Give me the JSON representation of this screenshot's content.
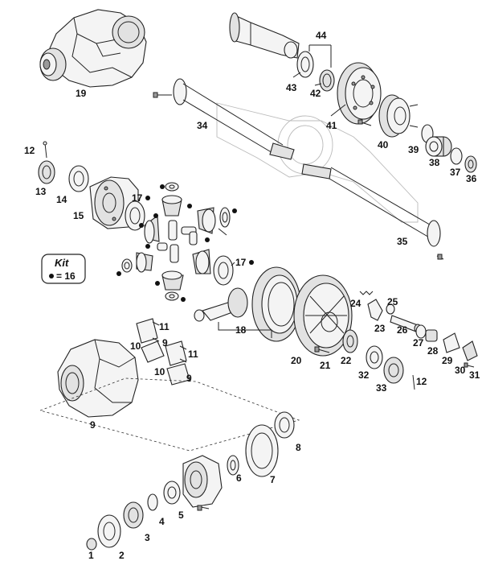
{
  "kit": {
    "title": "Kit",
    "legend": "= 16"
  },
  "labels": [
    {
      "id": "19",
      "text": "19"
    },
    {
      "id": "44",
      "text": "44"
    },
    {
      "id": "43",
      "text": "43"
    },
    {
      "id": "42",
      "text": "42"
    },
    {
      "id": "41",
      "text": "41"
    },
    {
      "id": "40",
      "text": "40"
    },
    {
      "id": "39",
      "text": "39"
    },
    {
      "id": "38",
      "text": "38"
    },
    {
      "id": "37",
      "text": "37"
    },
    {
      "id": "36",
      "text": "36"
    },
    {
      "id": "34",
      "text": "34"
    },
    {
      "id": "35",
      "text": "35"
    },
    {
      "id": "12a",
      "text": "12"
    },
    {
      "id": "13",
      "text": "13"
    },
    {
      "id": "14",
      "text": "14"
    },
    {
      "id": "15",
      "text": "15"
    },
    {
      "id": "17a",
      "text": "17"
    },
    {
      "id": "17b",
      "text": "17"
    },
    {
      "id": "18",
      "text": "18"
    },
    {
      "id": "24",
      "text": "24"
    },
    {
      "id": "25",
      "text": "25"
    },
    {
      "id": "23",
      "text": "23"
    },
    {
      "id": "26",
      "text": "26"
    },
    {
      "id": "27",
      "text": "27"
    },
    {
      "id": "28",
      "text": "28"
    },
    {
      "id": "29",
      "text": "29"
    },
    {
      "id": "30",
      "text": "30"
    },
    {
      "id": "31",
      "text": "31"
    },
    {
      "id": "20",
      "text": "20"
    },
    {
      "id": "21",
      "text": "21"
    },
    {
      "id": "22",
      "text": "22"
    },
    {
      "id": "32",
      "text": "32"
    },
    {
      "id": "33",
      "text": "33"
    },
    {
      "id": "12b",
      "text": "12"
    },
    {
      "id": "11a",
      "text": "11"
    },
    {
      "id": "10a",
      "text": "10"
    },
    {
      "id": "9a",
      "text": "9"
    },
    {
      "id": "11b",
      "text": "11"
    },
    {
      "id": "10b",
      "text": "10"
    },
    {
      "id": "9b",
      "text": "9"
    },
    {
      "id": "9c",
      "text": "9"
    },
    {
      "id": "8",
      "text": "8"
    },
    {
      "id": "7",
      "text": "7"
    },
    {
      "id": "6",
      "text": "6"
    },
    {
      "id": "5",
      "text": "5"
    },
    {
      "id": "4",
      "text": "4"
    },
    {
      "id": "3",
      "text": "3"
    },
    {
      "id": "2",
      "text": "2"
    },
    {
      "id": "1",
      "text": "1"
    }
  ],
  "colors": {
    "ink": "#222222",
    "fill": "#f4f4f4",
    "shade": "#e2e2e2",
    "background": "#ffffff"
  }
}
